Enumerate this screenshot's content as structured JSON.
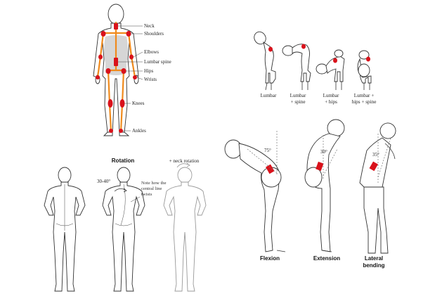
{
  "joints_figure": {
    "labels": [
      "Neck",
      "Shoulders",
      "Elbows",
      "Lumbar spine",
      "Hips",
      "Wrists",
      "Knees",
      "Ankles"
    ]
  },
  "lumbar_figures": {
    "captions": [
      {
        "line1": "Lumbar",
        "line2": ""
      },
      {
        "line1": "Lumbar",
        "line2": "+ spine"
      },
      {
        "line1": "Lumbar",
        "line2": "+ hips"
      },
      {
        "line1": "Lumbar +",
        "line2": "hips + spine"
      }
    ]
  },
  "rotation_figures": {
    "title": "Rotation",
    "neck_title": "+ neck rotation",
    "angle": "30-40°",
    "note_line1": "Note how the",
    "note_line2": "central line",
    "note_line3": "twists"
  },
  "bending_figures": {
    "flexion": {
      "angle": "75°",
      "label": "Flexion"
    },
    "extension": {
      "angle": "30°",
      "label": "Extension"
    },
    "lateral": {
      "angle": "35°",
      "label_line1": "Lateral",
      "label_line2": "bending"
    }
  },
  "colors": {
    "accent": "#d9121b",
    "line": "#f08a1c",
    "outline": "#333333"
  }
}
